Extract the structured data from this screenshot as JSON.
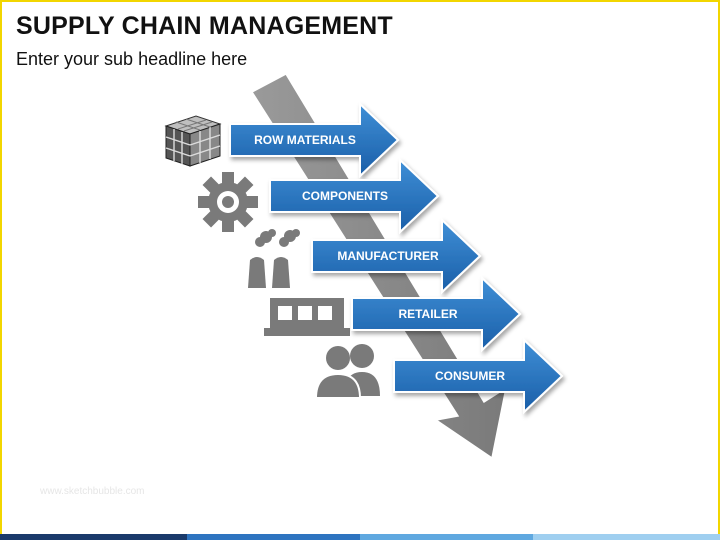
{
  "header": {
    "title": "SUPPLY CHAIN MANAGEMENT",
    "subtitle": "Enter your sub headline here"
  },
  "flow": {
    "steps": [
      {
        "label": "ROW MATERIALS",
        "icon": "cube-icon"
      },
      {
        "label": "COMPONENTS",
        "icon": "gear-icon"
      },
      {
        "label": "MANUFACTURER",
        "icon": "factory-icon"
      },
      {
        "label": "RETAILER",
        "icon": "store-icon"
      },
      {
        "label": "CONSUMER",
        "icon": "people-icon"
      }
    ]
  },
  "watermark": "www.sketchbubble.com",
  "colors": {
    "arrow_blue": "#1f6dbb",
    "arrow_blue_light": "#3f8fd6",
    "trunk_gray": "#8c8c8c",
    "icon_gray": "#7a7a7a",
    "frame_yellow": "#f2d600"
  }
}
